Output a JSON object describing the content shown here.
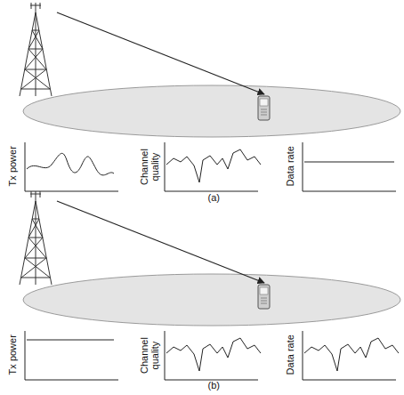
{
  "diagram": {
    "labels": [
      "Tx power",
      "Channel quality",
      "Data rate",
      "(a)",
      "Tx power",
      "Channel quality",
      "Data rate",
      "(b)"
    ]
  }
}
